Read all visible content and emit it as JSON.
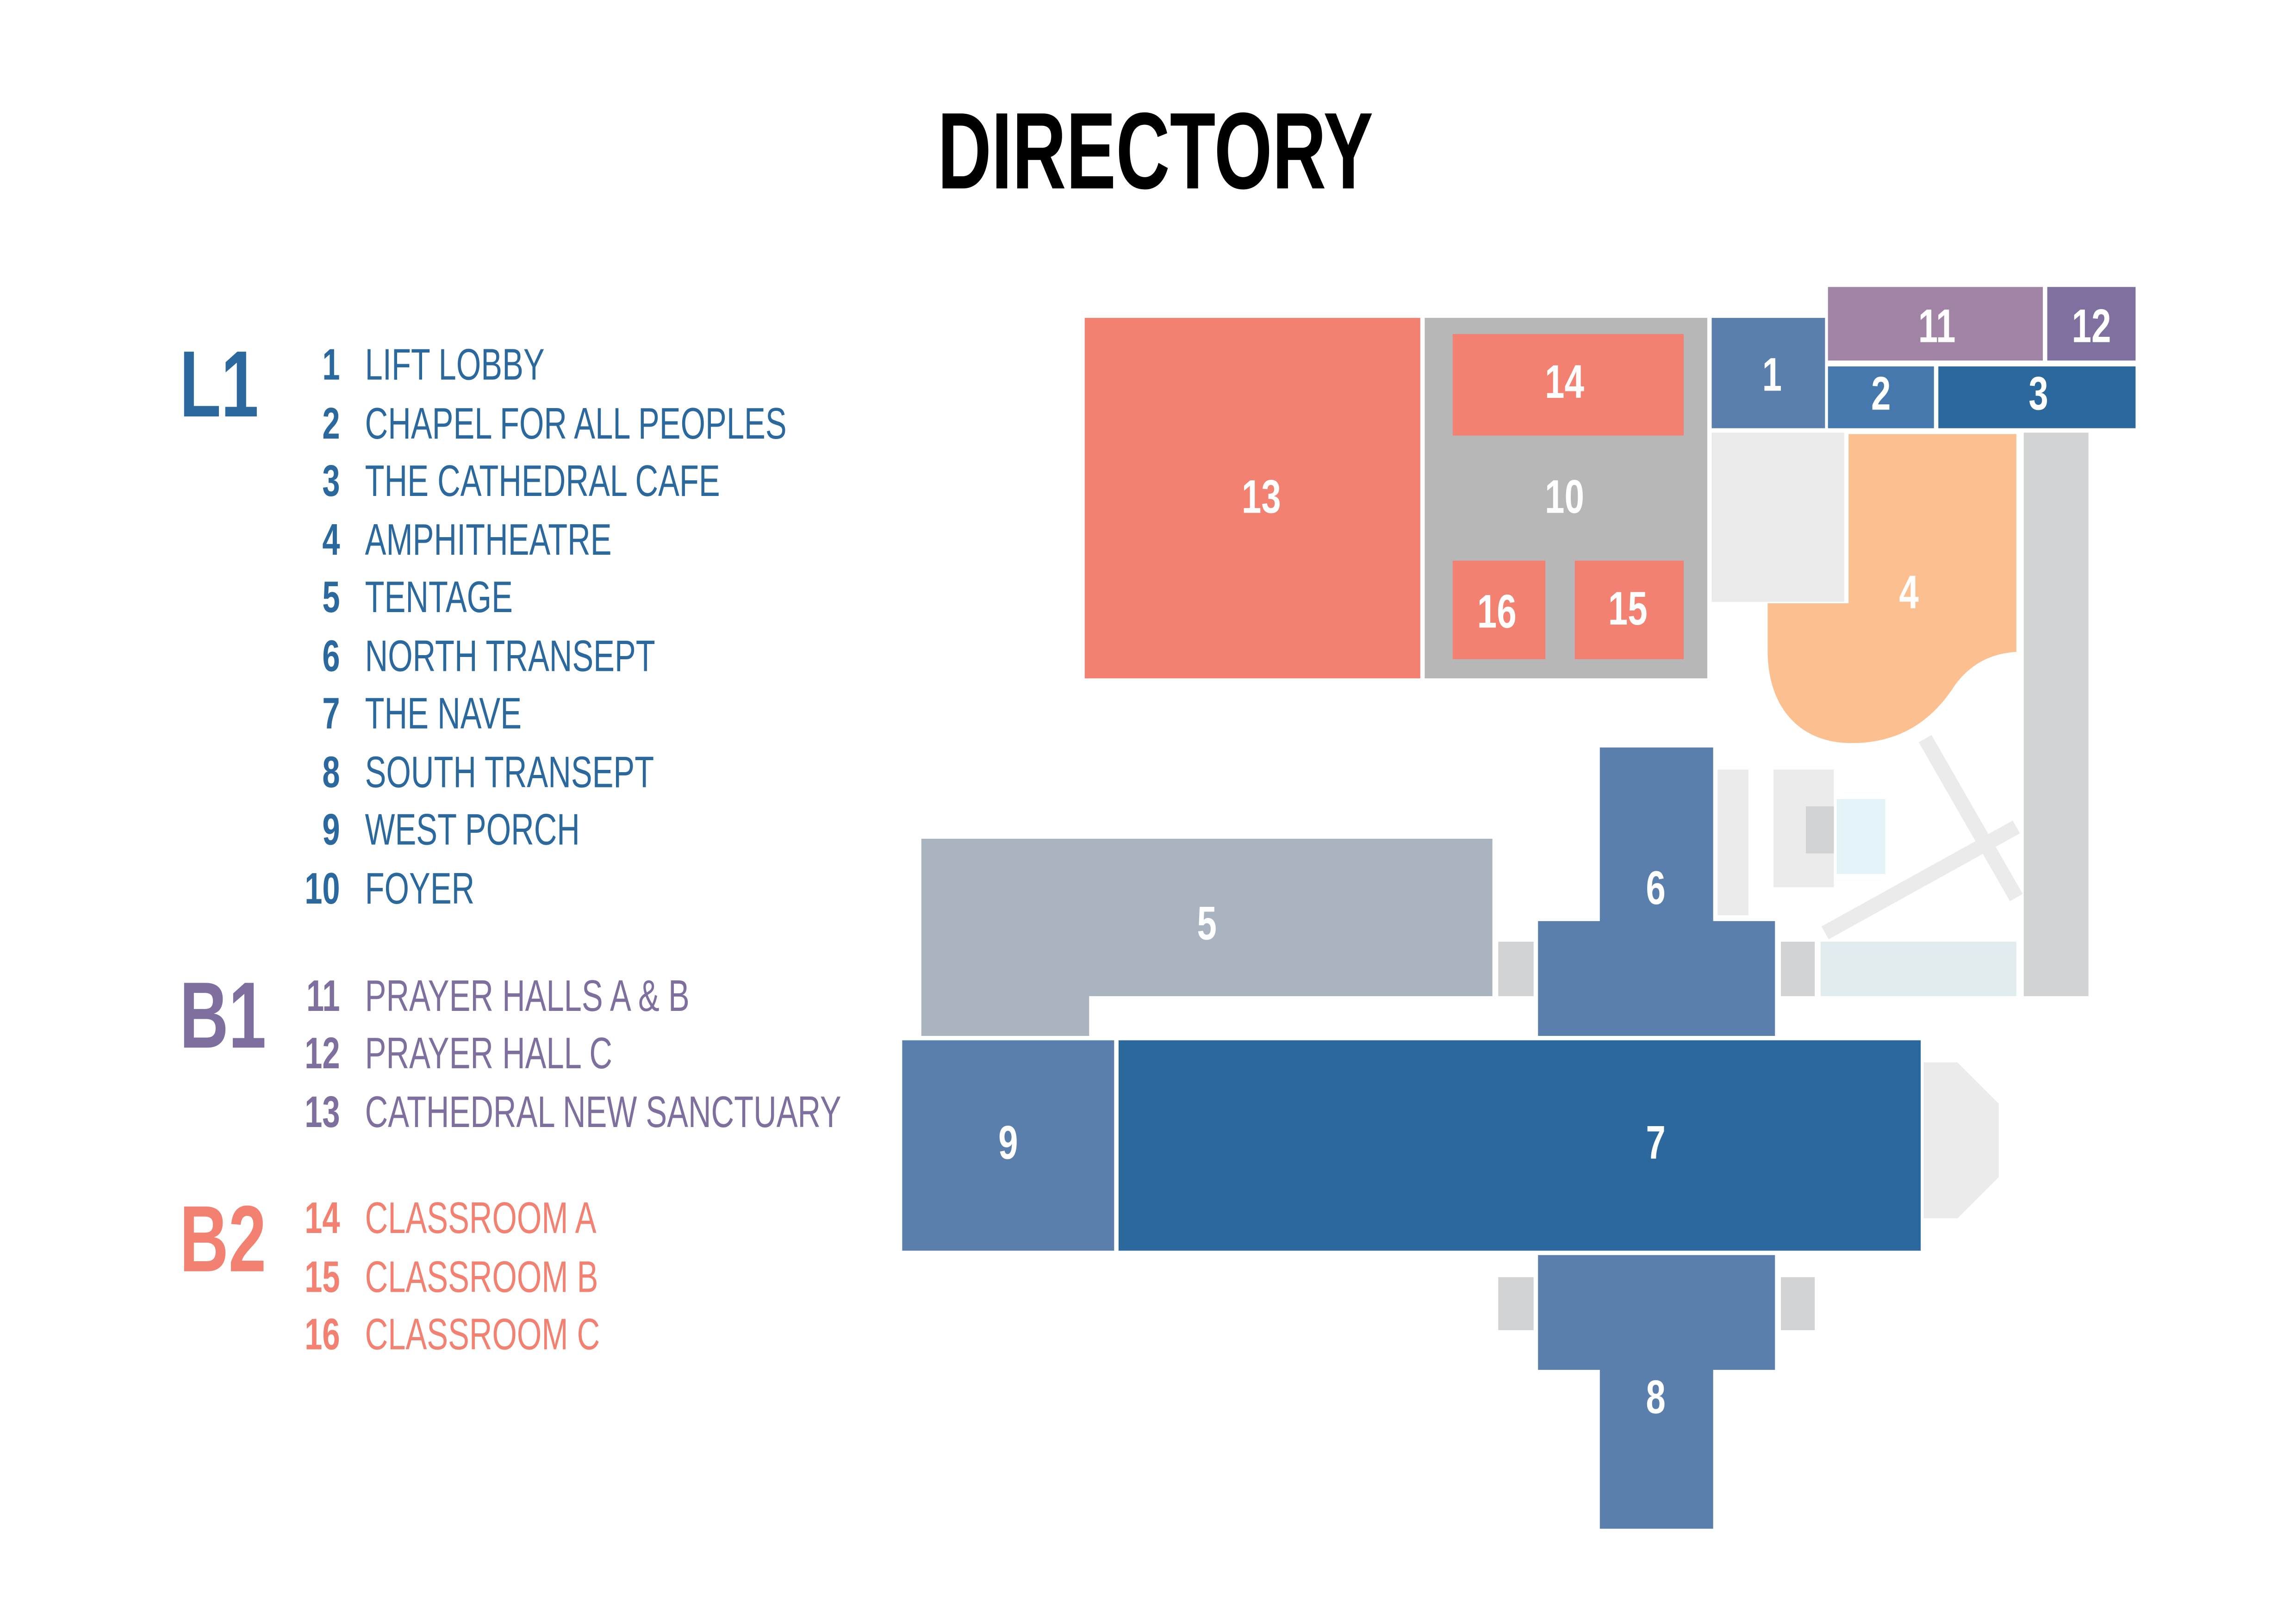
{
  "title": "DIRECTORY",
  "levels": [
    {
      "name": "L1",
      "color": "#2A689D",
      "items": [
        {
          "num": "1",
          "label": "LIFT LOBBY"
        },
        {
          "num": "2",
          "label": "CHAPEL FOR ALL PEOPLES"
        },
        {
          "num": "3",
          "label": "THE CATHEDRAL CAFE"
        },
        {
          "num": "4",
          "label": "AMPHITHEATRE"
        },
        {
          "num": "5",
          "label": "TENTAGE"
        },
        {
          "num": "6",
          "label": "NORTH TRANSEPT"
        },
        {
          "num": "7",
          "label": "THE NAVE"
        },
        {
          "num": "8",
          "label": "SOUTH TRANSEPT"
        },
        {
          "num": "9",
          "label": "WEST PORCH"
        },
        {
          "num": "10",
          "label": "FOYER"
        }
      ]
    },
    {
      "name": "B1",
      "color": "#7F6F9F",
      "items": [
        {
          "num": "11",
          "label": "PRAYER HALLS A & B"
        },
        {
          "num": "12",
          "label": "PRAYER HALL C"
        },
        {
          "num": "13",
          "label": "CATHEDRAL NEW SANCTUARY"
        }
      ]
    },
    {
      "name": "B2",
      "color": "#F38171",
      "items": [
        {
          "num": "14",
          "label": "CLASSROOM A"
        },
        {
          "num": "15",
          "label": "CLASSROOM B"
        },
        {
          "num": "16",
          "label": "CLASSROOM C"
        }
      ]
    }
  ],
  "map_labels": {
    "r1": "1",
    "r2": "2",
    "r3": "3",
    "r4": "4",
    "r5": "5",
    "r6": "6",
    "r7": "7",
    "r8": "8",
    "r9": "9",
    "r10": "10",
    "r11": "11",
    "r12": "12",
    "r13": "13",
    "r14": "14",
    "r15": "15",
    "r16": "16"
  }
}
